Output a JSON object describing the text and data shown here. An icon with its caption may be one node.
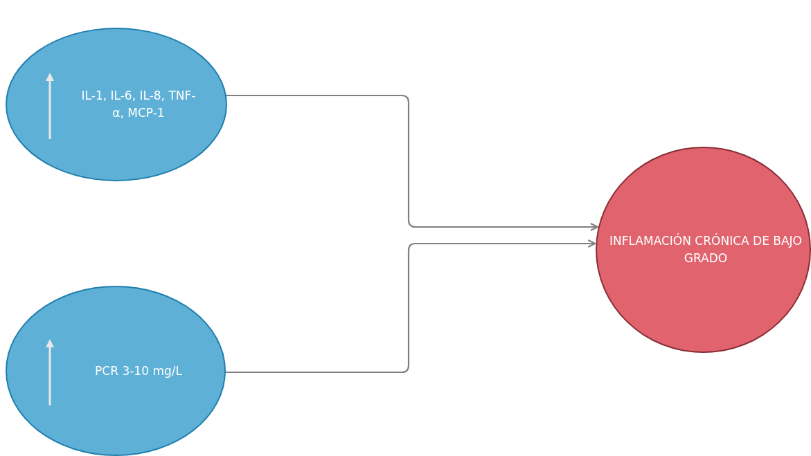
{
  "diagram": {
    "nodes": [
      {
        "text": [
          "IL-1, IL-6, IL-8, TNF-α, MCP-1"
        ]
      },
      {
        "text": [
          "PCR 3-10 mg/L"
        ]
      },
      {
        "text": [
          "INFLAMACIÓN CRÓNICA DE BAJO GRADO"
        ]
      }
    ],
    "edges": [
      {
        "from": 0,
        "to": 2,
        "arrow": "to"
      },
      {
        "from": 1,
        "to": 2,
        "arrow": "to"
      }
    ]
  }
}
